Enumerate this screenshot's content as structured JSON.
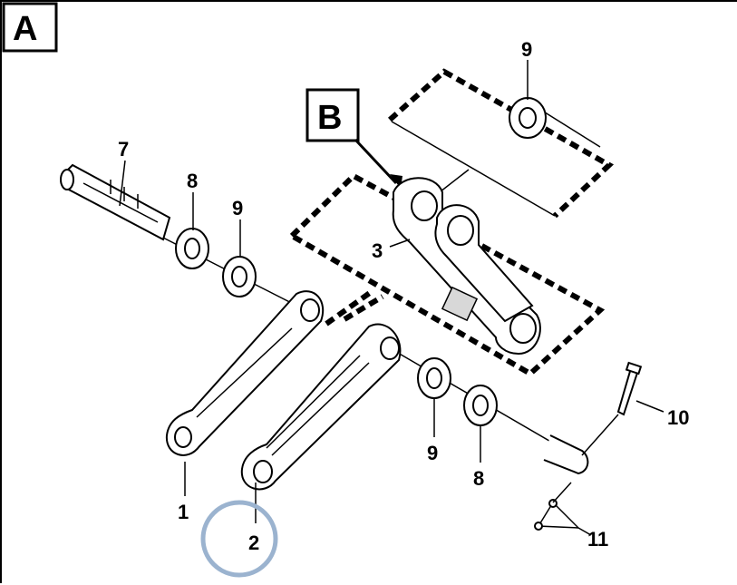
{
  "figure": {
    "view_label": "A",
    "detail_label": "B",
    "callouts": {
      "c1": "1",
      "c2": "2",
      "c3": "3",
      "c7": "7",
      "c8a": "8",
      "c8b": "8",
      "c9a": "9",
      "c9b": "9",
      "c9c": "9",
      "c10": "10",
      "c11": "11"
    },
    "highlight_color": "#9bb3cf"
  }
}
